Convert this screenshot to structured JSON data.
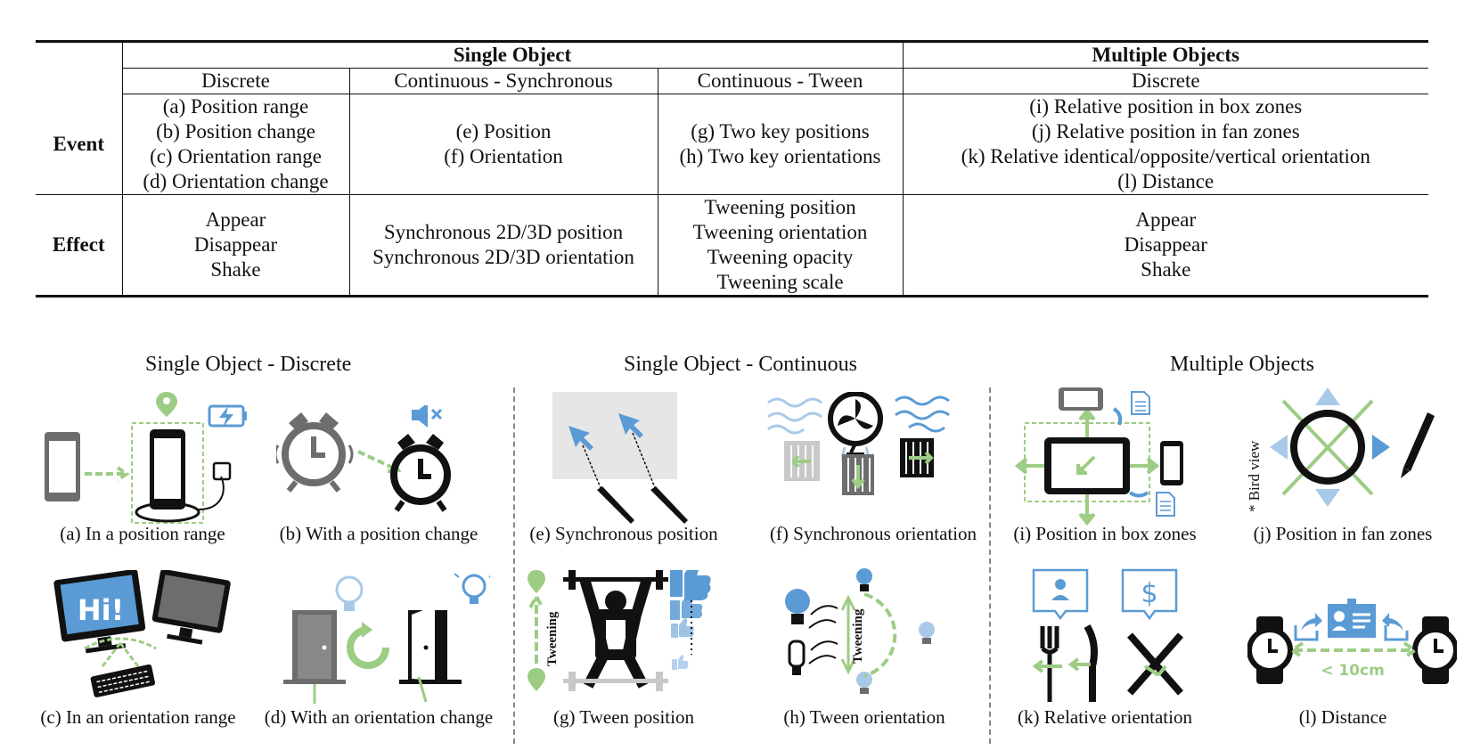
{
  "table": {
    "header": {
      "single": "Single Object",
      "multiple": "Multiple Objects",
      "sub": [
        "Discrete",
        "Continuous - Synchronous",
        "Continuous - Tween",
        "Discrete"
      ]
    },
    "rows": [
      {
        "label": "Event",
        "cells": [
          [
            "(a) Position range",
            "(b) Position change",
            "(c) Orientation range",
            "(d) Orientation change"
          ],
          [
            "(e) Position",
            "(f) Orientation"
          ],
          [
            "(g) Two key positions",
            "(h) Two key orientations"
          ],
          [
            "(i) Relative position in box zones",
            "(j) Relative position in fan zones",
            "(k) Relative identical/opposite/vertical orientation",
            "(l) Distance"
          ]
        ]
      },
      {
        "label": "Effect",
        "cells": [
          [
            "Appear",
            "Disappear",
            "Shake"
          ],
          [
            "Synchronous 2D/3D position",
            "Synchronous 2D/3D orientation"
          ],
          [
            "Tweening position",
            "Tweening orientation",
            "Tweening opacity",
            "Tweening scale"
          ],
          [
            "Appear",
            "Disappear",
            "Shake"
          ]
        ]
      }
    ]
  },
  "sections": {
    "discrete": "Single Object - Discrete",
    "continuous": "Single Object - Continuous",
    "multiple": "Multiple Objects"
  },
  "panels": {
    "a": {
      "caption": "(a) In a position range"
    },
    "b": {
      "caption": "(b) With a position change"
    },
    "c": {
      "caption": "(c) In an orientation range",
      "screen_text": "Hi!"
    },
    "d": {
      "caption": "(d) With an orientation change"
    },
    "e": {
      "caption": "(e) Synchronous position"
    },
    "f": {
      "caption": "(f) Synchronous orientation"
    },
    "g": {
      "caption": "(g) Tween position",
      "vertical_text": "Tweening"
    },
    "h": {
      "caption": "(h) Tween orientation",
      "vertical_text": "Tweening"
    },
    "i": {
      "caption": "(i) Position in box zones"
    },
    "j": {
      "caption": "(j) Position in fan zones",
      "vertical_text": "* Bird view"
    },
    "k": {
      "caption": "(k) Relative orientation"
    },
    "l": {
      "caption": "(l) Distance",
      "distance_text": "< 10cm"
    }
  },
  "colors": {
    "green": "#9dcc84",
    "blue": "#5b9bd5",
    "gray": "#6d6d6d",
    "light_gray": "#e6e6e6",
    "ink": "#111111"
  }
}
